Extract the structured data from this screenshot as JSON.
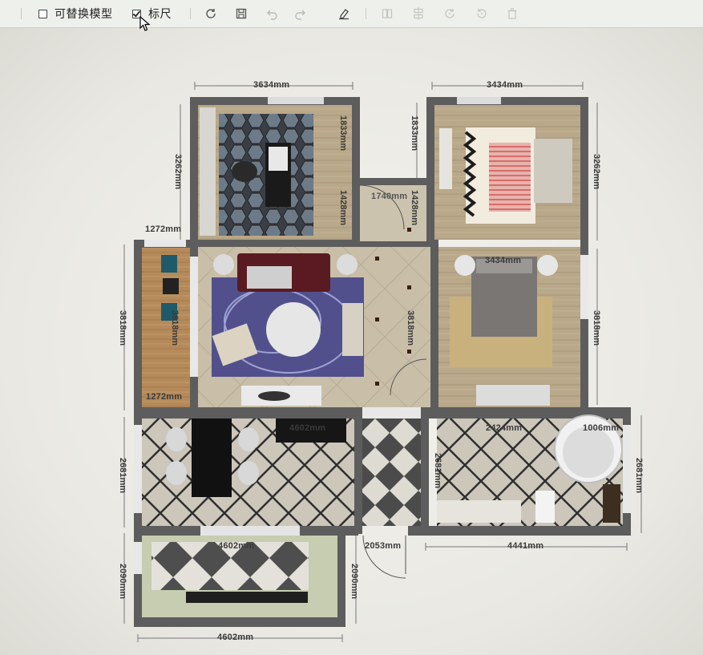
{
  "toolbar": {
    "replaceable_model_label": "可替换模型",
    "replaceable_model_checked": false,
    "ruler_label": "标尺",
    "ruler_checked": true,
    "icons": [
      "refresh-icon",
      "save-icon",
      "undo-icon",
      "redo-icon",
      "eraser-icon",
      "mirror-icon",
      "align-icon",
      "rotate-cw-icon",
      "rotate-ccw-icon",
      "delete-icon"
    ]
  },
  "dimensions": {
    "top_left_width": "3634mm",
    "top_right_width": "3434mm",
    "left_top_height": "3262mm",
    "right_top_height": "3262mm",
    "left_mid_height": "3818mm",
    "right_mid_height": "3818mm",
    "left_lower_height": "2681mm",
    "right_lower_height": "2681mm",
    "left_bottom_height": "2090mm",
    "balcony_right_height": "2090mm",
    "bottom_width": "4602mm",
    "bottom_right_width": "4441mm",
    "door_width": "2053mm",
    "study_left_width": "1272mm",
    "study_left_width_bottom": "1272mm"
  },
  "inner_labels": {
    "study_inner_top": "1833mm",
    "study_inner_bottom": "1428mm",
    "corridor_top": "1833mm",
    "corridor_mid": "1428mm",
    "corridor_width": "1740mm",
    "bedroom2_width": "3434mm",
    "living_height": "3818mm",
    "study_height": "3818mm",
    "dining_width": "4602mm",
    "bath_width": "2424mm",
    "bath_height": "2681mm",
    "tub_width": "1006mm",
    "kitchen_width": "4602mm"
  }
}
